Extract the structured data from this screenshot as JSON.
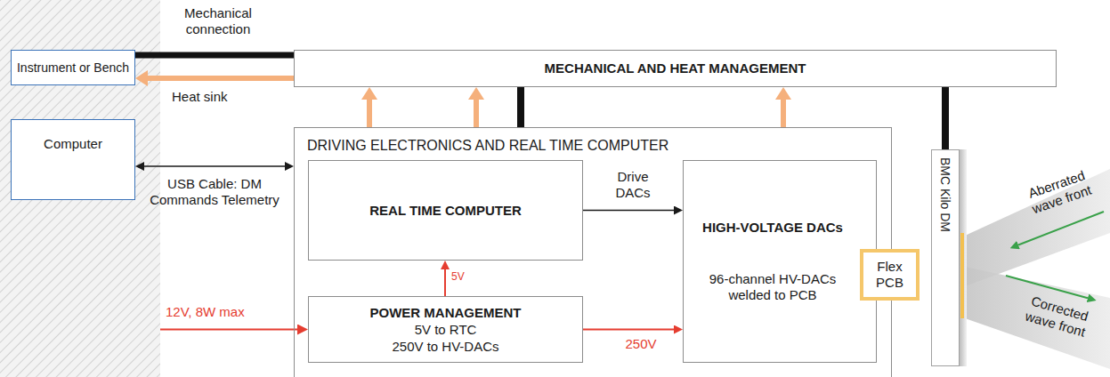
{
  "diagram": {
    "nodes": [
      {
        "text": [
          "Instrument or Bench"
        ]
      },
      {
        "text": [
          "MECHANICAL AND HEAT MANAGEMENT"
        ]
      },
      {
        "text": [
          "Computer"
        ]
      },
      {
        "text": [
          "DRIVING ELECTRONICS AND REAL TIME COMPUTER"
        ]
      },
      {
        "text": [
          "REAL TIME COMPUTER"
        ],
        "in": 3
      },
      {
        "text": [
          "HIGH-VOLTAGE DACs",
          "96-channel HV-DACs welded to PCB"
        ],
        "in": 3
      },
      {
        "text": [
          "POWER MANAGEMENT",
          "5V to RTC",
          "250V to HV-DACs"
        ],
        "in": 3
      },
      {
        "text": [
          "Flex PCB"
        ]
      },
      {
        "text": [
          "BMC Kilo DM"
        ]
      }
    ],
    "edges": [
      {
        "from": 1,
        "to": 0,
        "arrow": "to",
        "label": "Heat sink"
      },
      {
        "from": 0,
        "to": 1,
        "arrow": "none",
        "label": "Mechanical connection"
      },
      {
        "from": 2,
        "to": 3,
        "arrow": "both",
        "label": "USB Cable: DM Commands Telemetry"
      },
      {
        "from": 4,
        "to": 5,
        "arrow": "to",
        "label": "Drive DACs"
      },
      {
        "from": 6,
        "to": 4,
        "arrow": "to",
        "label": "5V"
      },
      {
        "from": 6,
        "to": 5,
        "arrow": "to",
        "label": "250V"
      },
      {
        "from": 3,
        "to": 1,
        "arrow": "to"
      },
      {
        "from": 3,
        "to": 1,
        "arrow": "to"
      },
      {
        "from": 3,
        "to": 1,
        "arrow": "to"
      },
      {
        "from": 3,
        "to": 1,
        "arrow": "none"
      },
      {
        "from": 8,
        "to": 1,
        "arrow": "none"
      }
    ],
    "labels": [
      "12V, 8W max",
      "Aberrated wave front",
      "Corrected wave front"
    ]
  }
}
